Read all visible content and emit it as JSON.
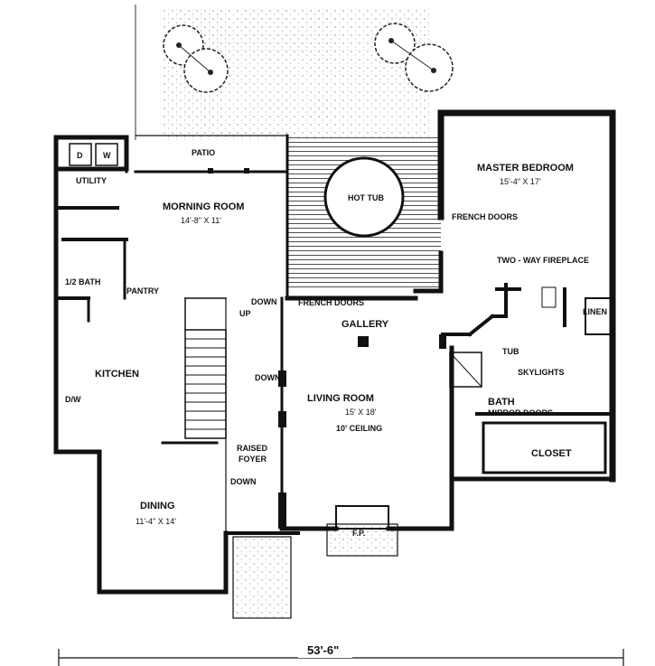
{
  "plan": {
    "rooms": {
      "patio": "PATIO",
      "utility": "UTILITY",
      "washer": "W",
      "dryer": "D",
      "morning_room": "MORNING ROOM",
      "morning_room_size": "14'-8\" X 11'",
      "hot_tub": "HOT TUB",
      "master_bedroom": "MASTER BEDROOM",
      "master_bedroom_size": "15'-4\" X 17'",
      "french_doors_master": "FRENCH DOORS",
      "two_way_fireplace": "TWO - WAY FIREPLACE",
      "half_bath": "1/2 BATH",
      "pantry": "PANTRY",
      "down_1": "DOWN",
      "up": "UP",
      "french_doors_gallery": "FRENCH DOORS",
      "gallery": "GALLERY",
      "linen": "LINEN",
      "tub": "TUB",
      "skylights": "SKYLIGHTS",
      "kitchen": "KITCHEN",
      "dw": "D/W",
      "down_2": "DOWN",
      "living_room": "LIVING ROOM",
      "living_room_size": "15' X 18'",
      "living_room_ceiling": "10' CEILING",
      "bath": "BATH",
      "mirror_doors": "MIRROR DOORS",
      "closet": "CLOSET",
      "raised": "RAISED",
      "foyer": "FOYER",
      "down_3": "DOWN",
      "dining": "DINING",
      "dining_size": "11'-4\" X 14'",
      "fireplace": "F.P."
    },
    "overall_width": "53'-6\""
  }
}
